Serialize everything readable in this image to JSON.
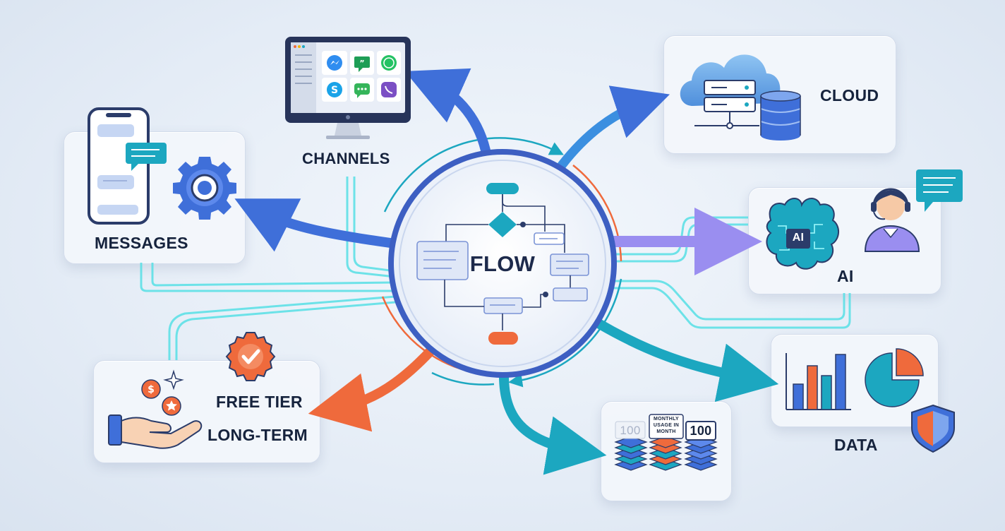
{
  "hub": {
    "label": "FLOW"
  },
  "nodes": {
    "channels": {
      "label": "CHANNELS"
    },
    "cloud": {
      "label": "CLOUD"
    },
    "messages": {
      "label": "MESSAGES"
    },
    "ai": {
      "label": "AI",
      "brain_text": "AI"
    },
    "free_tier": {
      "label_line1": "FREE TIER",
      "label_line2": "LONG-TERM"
    },
    "usage": {
      "left_value": "100",
      "note": "MONTHLY USAGE IN MONTH",
      "right_value": "100"
    },
    "data": {
      "label": "DATA"
    }
  },
  "colors": {
    "blue": "#3f6fd9",
    "teal": "#1ca7c0",
    "orange": "#ef6a3c",
    "purple": "#9a8ef0",
    "cyan_line": "#57e0e6",
    "dark": "#16233d"
  },
  "icons": [
    "monitor-icon",
    "messenger-icon",
    "hangouts-icon",
    "whatsapp-icon",
    "skype-icon",
    "chat-icon",
    "viber-icon",
    "cloud-icon",
    "server-icon",
    "database-icon",
    "phone-icon",
    "chat-bubble-icon",
    "gear-icon",
    "brain-icon",
    "agent-icon",
    "hand-icon",
    "coin-icon",
    "star-icon",
    "sparkle-icon",
    "badge-check-icon",
    "stack-icon",
    "bar-chart-icon",
    "pie-chart-icon",
    "shield-icon",
    "flowchart-icon"
  ]
}
